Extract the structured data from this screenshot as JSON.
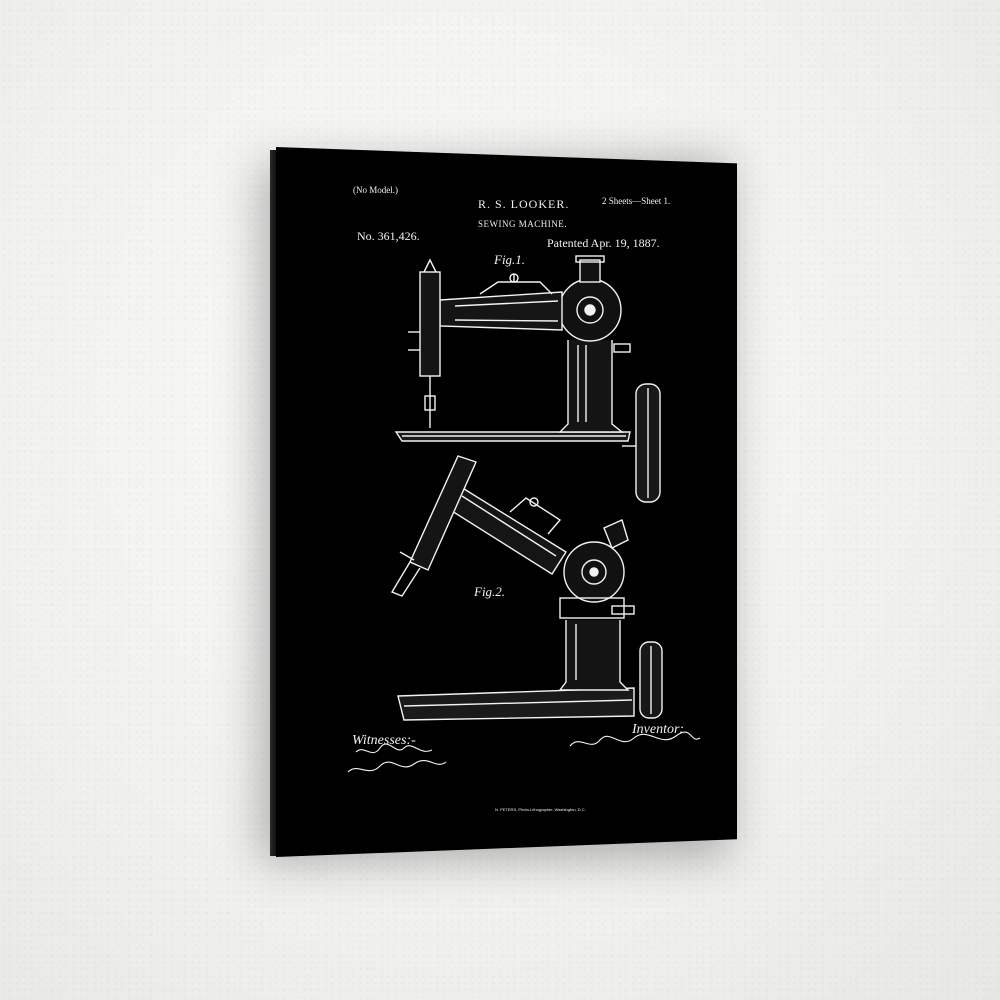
{
  "patent": {
    "model_note": "(No Model.)",
    "inventor_name": "R. S. LOOKER.",
    "sheets": "2 Sheets—Sheet 1.",
    "title": "SEWING MACHINE.",
    "number": "No. 361,426.",
    "date": "Patented Apr. 19, 1887.",
    "fig1_label": "Fig.1.",
    "fig2_label": "Fig.2.",
    "witnesses_label": "Witnesses:-",
    "inventor_label": "Inventor:",
    "credit_line": "N. PETERS, Photo-Lithographer, Washington, D.C.",
    "witness_signature_1": "W. H. Rowe",
    "witness_signature_2": "James A. McLeathers",
    "inventor_signature": "Robert Smith Looker"
  },
  "colors": {
    "canvas_background": "#000000",
    "line_art": "#f2f2f2",
    "wall": "#f3f3f1"
  }
}
